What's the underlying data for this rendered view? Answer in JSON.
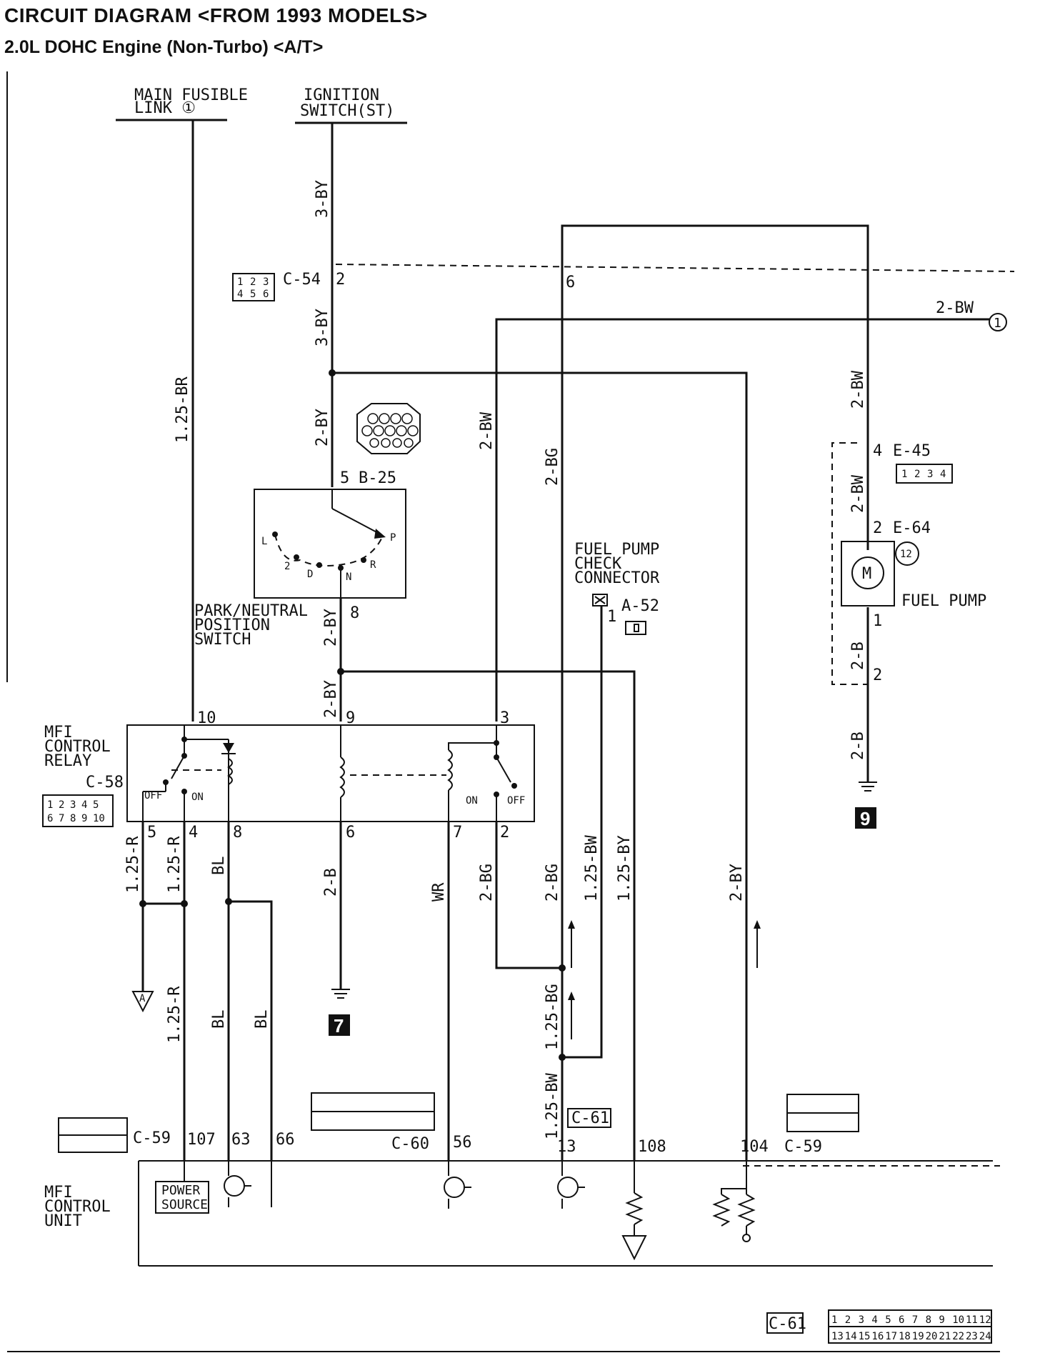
{
  "header": {
    "title": "CIRCUIT DIAGRAM <FROM 1993 MODELS>",
    "subtitle": "2.0L DOHC Engine (Non-Turbo) <A/T>"
  },
  "sources": {
    "main_fusible_link": [
      "MAIN FUSIBLE",
      "LINK ①"
    ],
    "ignition_switch": [
      "IGNITION",
      "SWITCH(ST)"
    ]
  },
  "wires": {
    "br_125": "1.25-BR",
    "by3_top": "3-BY",
    "by3_mid": "3-BY",
    "by2_upper": "2-BY",
    "bw2_left": "2-BW",
    "bg2_upper": "2-BG",
    "bw2_right_a": "2-BW",
    "bw2_right_b": "2-BW",
    "bw2_right_c": "2-BW",
    "b2_pump": "2-B",
    "b2_ground": "2-B",
    "by2_switch": "2-BY",
    "by2_relay": "2-BY",
    "r125_a": "1.25-R",
    "r125_b": "1.25-R",
    "r125_c": "1.25-R",
    "bl_a": "BL",
    "bl_b": "BL",
    "bl_c": "BL",
    "b2_coil": "2-B",
    "wr": "WR",
    "bg2_a": "2-BG",
    "bg2_b": "2-BG",
    "bw125": "1.25-BW",
    "by125": "1.25-BY",
    "by2_far": "2-BY",
    "bg125": "1.25-BG",
    "bw125_low": "1.25-BW"
  },
  "connectors": {
    "c54": "C-54",
    "c54_pin": "2",
    "c54_pin6": "6",
    "c54_grid": [
      "1",
      "2",
      "3",
      "4",
      "5",
      "6"
    ],
    "b25": "B-25",
    "b25_pin_in": "5",
    "b25_pin_out": "8",
    "e45": "E-45",
    "e45_pin": "4",
    "e45_grid": [
      "1",
      "2",
      "3",
      "4"
    ],
    "e64": "E-64",
    "e64_pin_top": "2",
    "e64_pin_bottom": "1",
    "e64_pin_low": "2",
    "a52": "A-52",
    "a52_pin": "1",
    "c58": "C-58",
    "c58_grid": [
      "1",
      "2",
      "3",
      "4",
      "5",
      "6",
      "7",
      "8",
      "9",
      "10"
    ],
    "c59_left": "C-59",
    "c59_right": "C-59",
    "c60": "C-60",
    "c61_mid": "C-61",
    "c61_bottom": "C-61",
    "c61_grid": [
      "1",
      "2",
      "3",
      "4",
      "5",
      "6",
      "7",
      "8",
      "9",
      "10",
      "11",
      "12",
      "13",
      "14",
      "15",
      "16",
      "17",
      "18",
      "19",
      "20",
      "21",
      "22",
      "23",
      "24"
    ]
  },
  "components": {
    "park_neutral_switch": [
      "PARK/NEUTRAL",
      "POSITION",
      "SWITCH"
    ],
    "positions": [
      "L",
      "2",
      "D",
      "N",
      "R",
      "P"
    ],
    "mfi_control_relay": [
      "MFI",
      "CONTROL",
      "RELAY"
    ],
    "relay_off_left": "OFF",
    "relay_on_left": "ON",
    "relay_on_right": "ON",
    "relay_off_right": "OFF",
    "fuel_pump_check": [
      "FUEL PUMP",
      "CHECK",
      "CONNECTOR"
    ],
    "fuel_pump": "FUEL PUMP",
    "motor_symbol": "M",
    "mfi_control_unit": [
      "MFI",
      "CONTROL",
      "UNIT"
    ],
    "power_source": [
      "POWER",
      "SOURCE"
    ],
    "ref_circle": "1",
    "ground_7": "7",
    "ground_9": "9"
  },
  "relay_pins": {
    "p10": "10",
    "p9": "9",
    "p3": "3",
    "p5": "5",
    "p4": "4",
    "p8": "8",
    "p6": "6",
    "p7": "7",
    "p2": "2"
  },
  "ecu_pins": {
    "p107": "107",
    "p63": "63",
    "p66": "66",
    "p56": "56",
    "p13": "13",
    "p108": "108",
    "p104": "104"
  },
  "markers": {
    "a_flag": "A"
  }
}
